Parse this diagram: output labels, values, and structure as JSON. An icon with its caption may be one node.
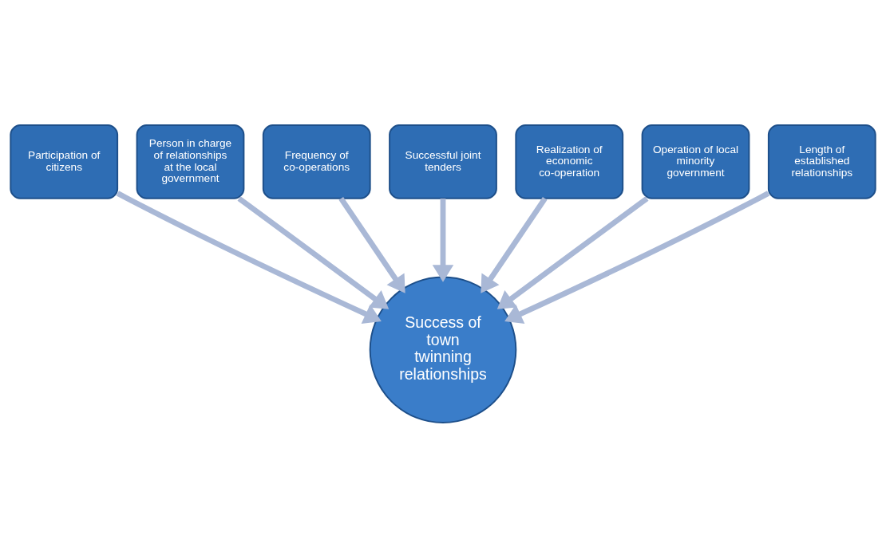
{
  "diagram": {
    "nodes": [
      {
        "text": [
          "Participation of citizens"
        ]
      },
      {
        "text": [
          "Person in charge of relationships at the local government"
        ]
      },
      {
        "text": [
          "Frequency of co-operations"
        ]
      },
      {
        "text": [
          "Successful joint tenders"
        ]
      },
      {
        "text": [
          "Realization of economic co-operation"
        ]
      },
      {
        "text": [
          "Operation of local minority government"
        ]
      },
      {
        "text": [
          "Length of established relationships"
        ]
      },
      {
        "text": [
          "Success of town twinning relationships"
        ]
      }
    ],
    "edges": [
      {
        "from": 0,
        "to": 7,
        "arrow": "to"
      },
      {
        "from": 1,
        "to": 7,
        "arrow": "to"
      },
      {
        "from": 2,
        "to": 7,
        "arrow": "to"
      },
      {
        "from": 3,
        "to": 7,
        "arrow": "to"
      },
      {
        "from": 4,
        "to": 7,
        "arrow": "to"
      },
      {
        "from": 5,
        "to": 7,
        "arrow": "to"
      },
      {
        "from": 6,
        "to": 7,
        "arrow": "to"
      }
    ]
  }
}
